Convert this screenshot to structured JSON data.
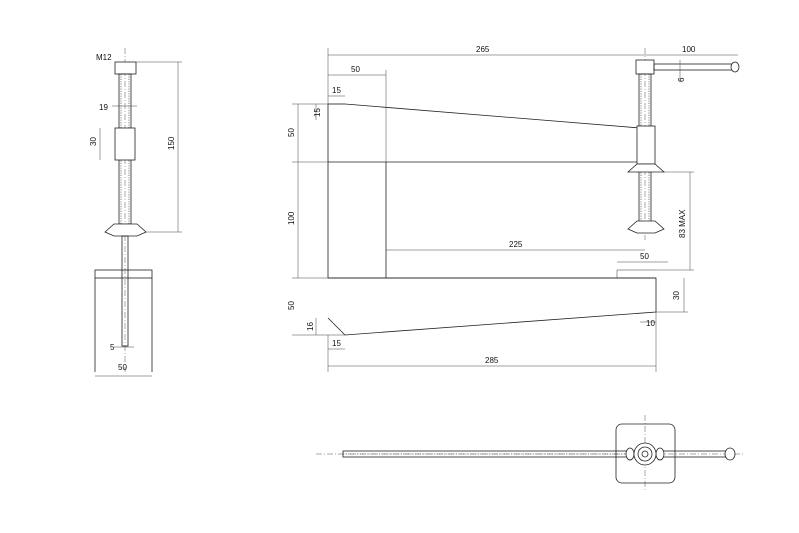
{
  "side_view": {
    "thread_label": "M12",
    "dim_19": "19",
    "dim_30": "30",
    "dim_150": "150",
    "dim_5": "5",
    "dim_50": "50"
  },
  "front_view": {
    "dim_265": "265",
    "dim_100_top": "100",
    "dim_50_top": "50",
    "dim_15_top": "15",
    "dim_15_vert_top": "15",
    "dim_50_left_top": "50",
    "dim_6": "6",
    "dim_100_left": "100",
    "dim_225": "225",
    "dim_50_mid": "50",
    "dim_83max": "83 MAX",
    "dim_30": "30",
    "dim_50_left_bot": "50",
    "dim_16": "16",
    "dim_15_bot": "15",
    "dim_10": "10",
    "dim_285": "285"
  }
}
